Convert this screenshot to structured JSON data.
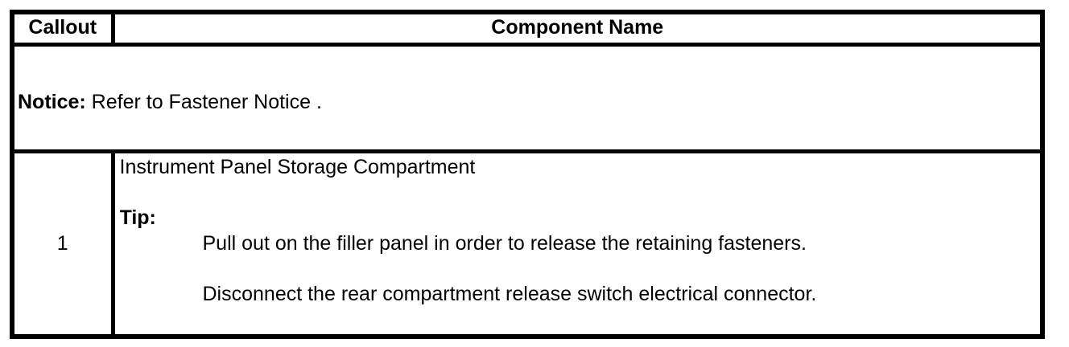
{
  "table": {
    "headers": [
      "Callout",
      "Component Name"
    ]
  },
  "notice": {
    "label": "Notice:",
    "text": " Refer to Fastener Notice ."
  },
  "rows": [
    {
      "callout": "1",
      "component_name": "Instrument Panel Storage Compartment",
      "tip_label": "Tip:",
      "tip_steps": [
        "Pull out on the filler panel in order to release the retaining fasteners.",
        "Disconnect the rear compartment release switch electrical connector."
      ]
    }
  ],
  "colors": {
    "background": "#ffffff",
    "text": "#000000",
    "border": "#000000"
  }
}
